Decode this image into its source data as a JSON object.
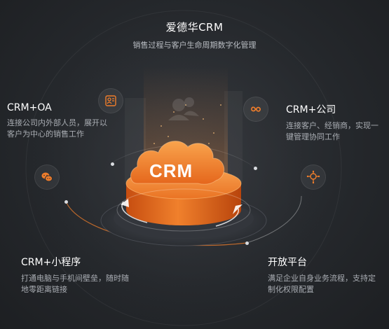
{
  "header": {
    "title": "爱德华CRM",
    "subtitle": "销售过程与客户生命周期数字化管理"
  },
  "center": {
    "logo_text": "CRM"
  },
  "features": {
    "oa": {
      "title": "CRM+OA",
      "desc": "连接公司内外部人员，展开以客户为中心的销售工作",
      "icon": "contact-card-icon"
    },
    "company": {
      "title": "CRM+公司",
      "desc": "连接客户、经销商，实现一键管理协同工作",
      "icon": "link-icon"
    },
    "miniprogram": {
      "title": "CRM+小程序",
      "desc": "打通电脑与手机间壁垒，随时随地零距离链接",
      "icon": "chat-icon"
    },
    "platform": {
      "title": "开放平台",
      "desc": "满足企业自身业务流程，支持定制化权限配置",
      "icon": "network-icon"
    }
  },
  "colors": {
    "accent": "#ef7d2b",
    "accent_dark": "#d35a16",
    "background": "#25282c"
  }
}
